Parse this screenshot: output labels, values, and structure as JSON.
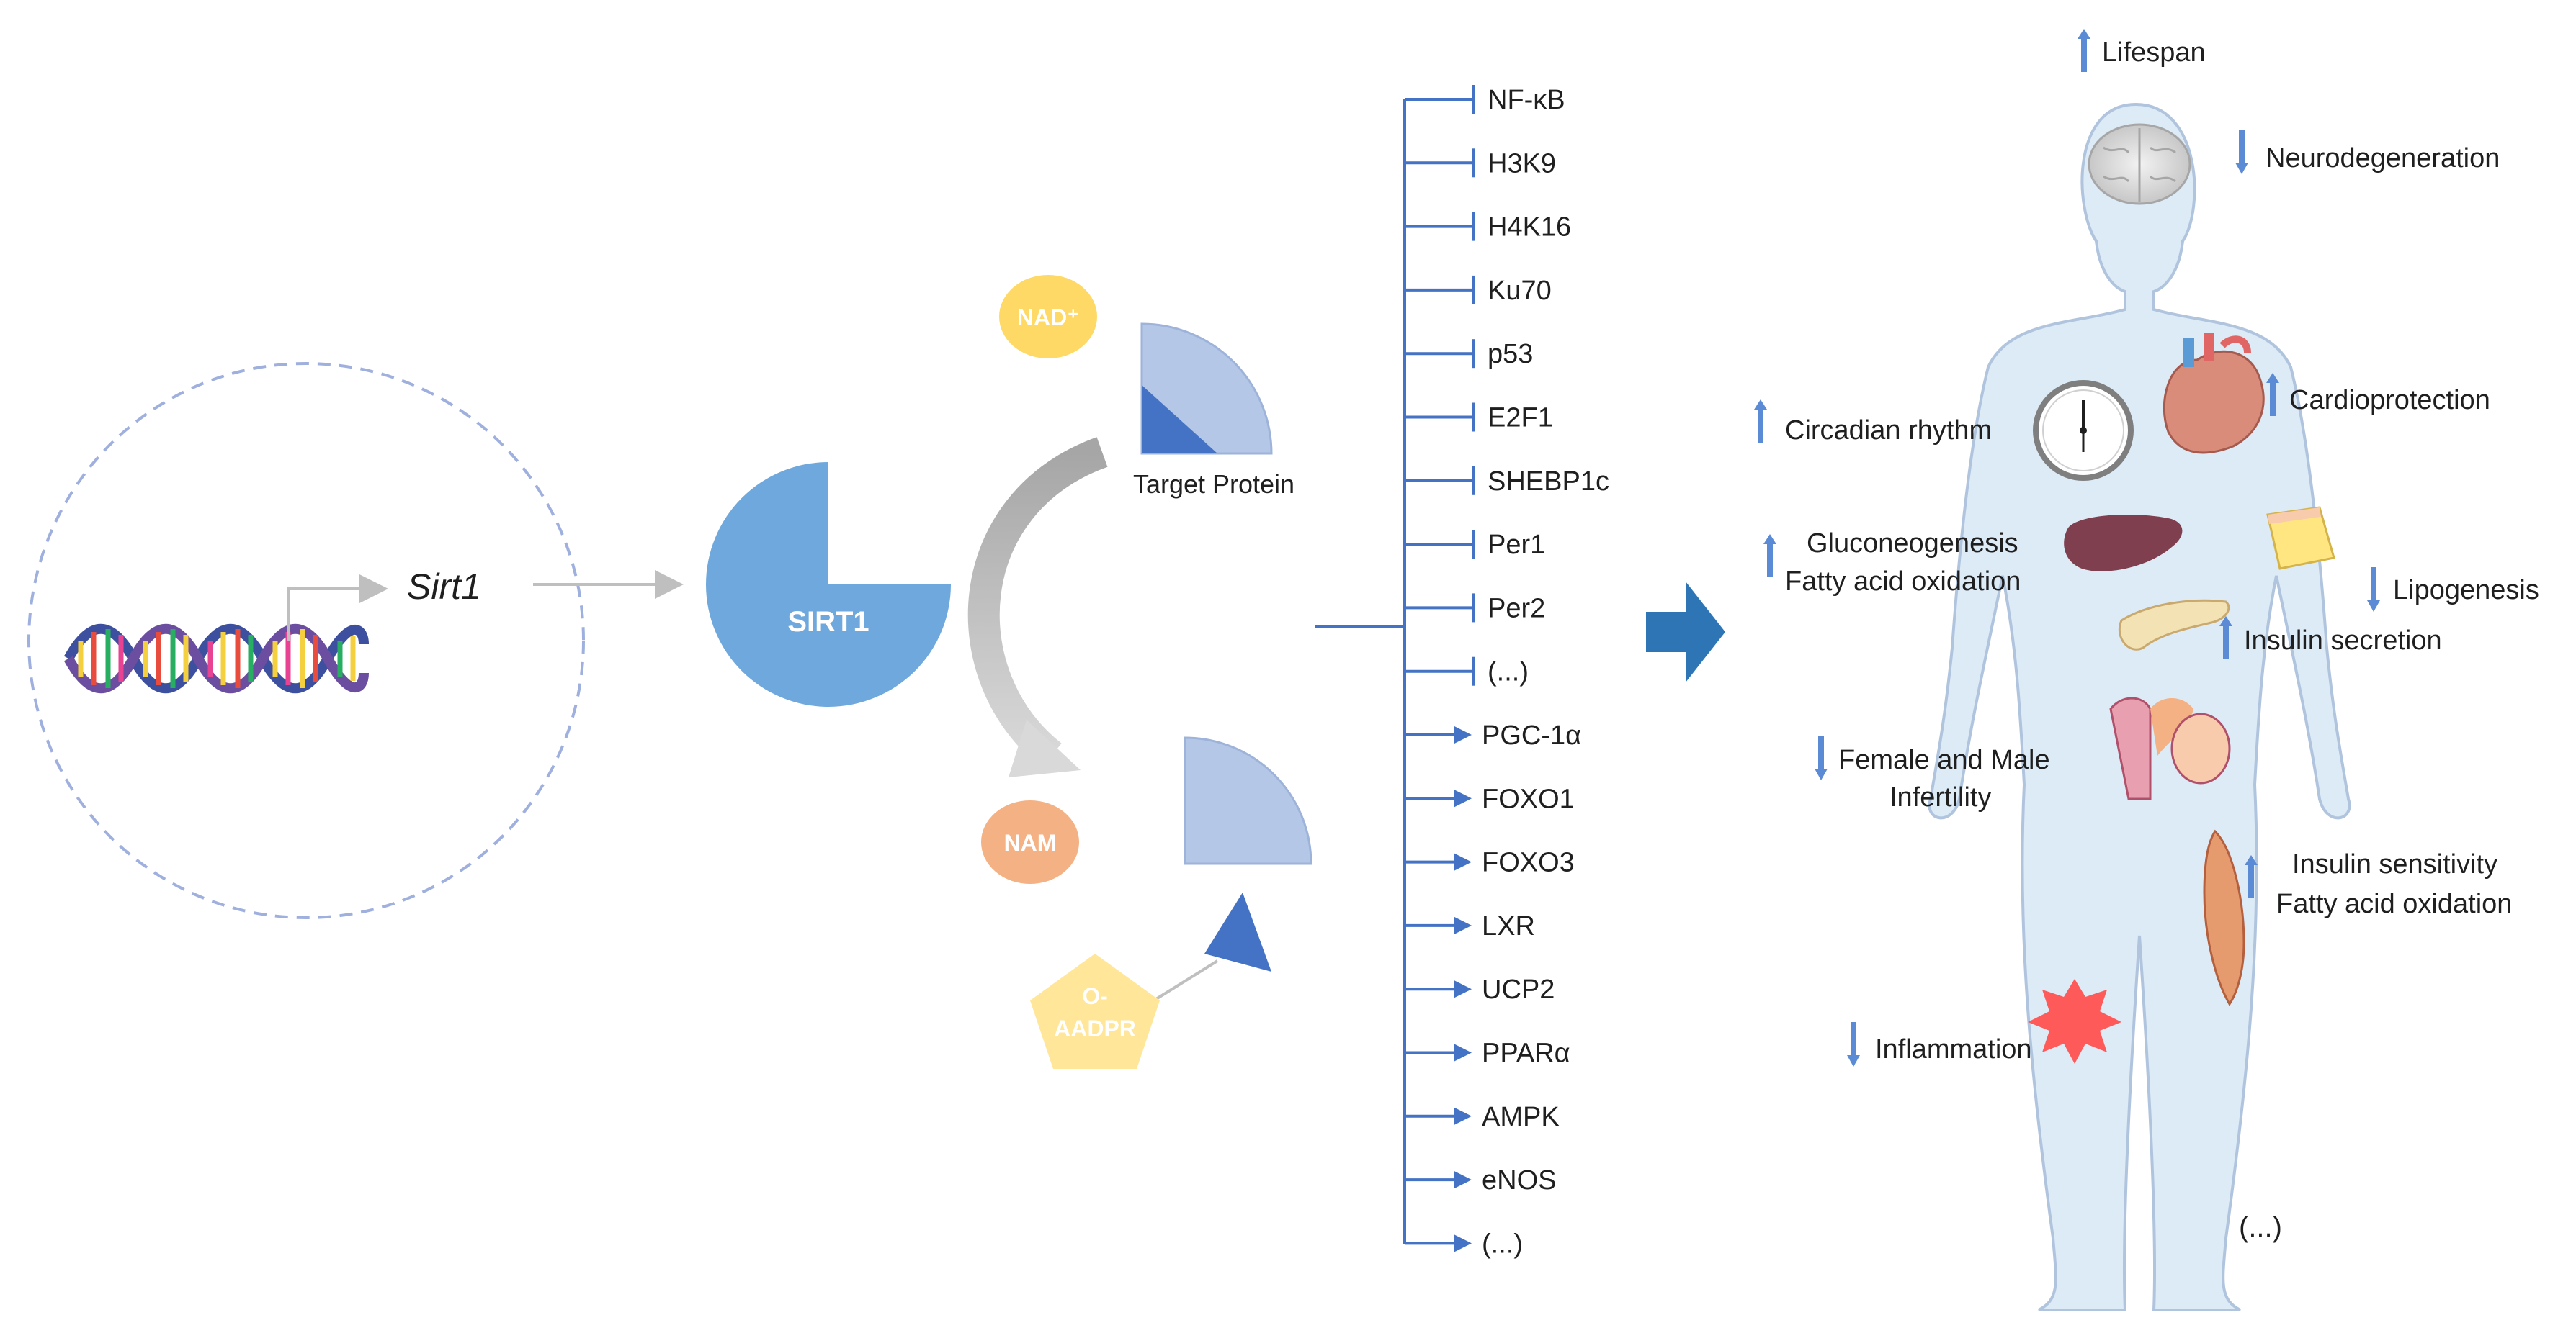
{
  "gene": {
    "label": "Sirt1"
  },
  "enzyme": {
    "label": "SIRT1"
  },
  "cofactors": {
    "nad": "NAD⁺",
    "target_protein": "Target Protein",
    "nam": "NAM",
    "oaadpr_line1": "O-",
    "oaadpr_line2": "AADPR"
  },
  "targets": {
    "inhibited": [
      "NF-κB",
      "H3K9",
      "H4K16",
      "Ku70",
      "p53",
      "E2F1",
      "SHEBP1c",
      "Per1",
      "Per2",
      "(...)"
    ],
    "activated": [
      "PGC-1α",
      "FOXO1",
      "FOXO3",
      "LXR",
      "UCP2",
      "PPARα",
      "AMPK",
      "eNOS",
      "(...)"
    ]
  },
  "effects": {
    "lifespan": {
      "text": "Lifespan",
      "direction": "up"
    },
    "neurodegeneration": {
      "text": "Neurodegeneration",
      "direction": "down"
    },
    "cardioprotection": {
      "text": "Cardioprotection",
      "direction": "up"
    },
    "circadian": {
      "text": "Circadian rhythm",
      "direction": "up"
    },
    "gluconeogenesis": {
      "line1": "Gluconeogenesis",
      "line2": "Fatty acid oxidation",
      "direction": "up"
    },
    "lipogenesis": {
      "text": "Lipogenesis",
      "direction": "down"
    },
    "insulin_secretion": {
      "text": "Insulin secretion",
      "direction": "up"
    },
    "infertility": {
      "line1": "Female and Male",
      "line2": "Infertility",
      "direction": "down"
    },
    "insulin_sensitivity": {
      "line1": "Insulin sensitivity",
      "line2": "Fatty acid oxidation",
      "direction": "up"
    },
    "inflammation": {
      "text": "Inflammation",
      "direction": "down"
    },
    "more": "(...)"
  },
  "colors": {
    "dashed_circle": "#9fb0de",
    "sirt1": "#6fa8dc",
    "pathway_line": "#4472c4",
    "effect_arrow": "#5b8bd4",
    "nad": "#ffd966",
    "nam": "#f4b183",
    "oaadpr": "#ffe699",
    "target_light": "#b4c7e7",
    "target_dark": "#4472c4",
    "big_arrow": "#2e75b6",
    "body_fill": "#ddebf7",
    "body_stroke": "#b0c4de",
    "text": "#1f1f1f"
  }
}
